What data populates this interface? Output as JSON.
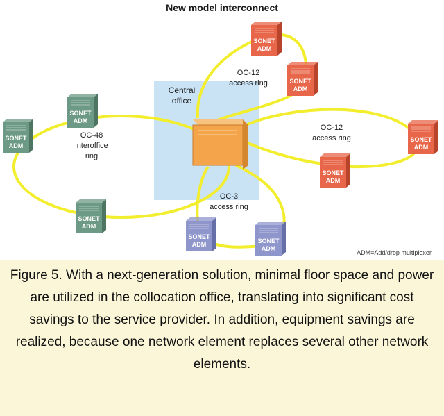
{
  "title": "New model interconnect",
  "central_office": {
    "label_line1": "Central",
    "label_line2": "office"
  },
  "rings": [
    {
      "id": "oc12-top",
      "line1": "OC-12",
      "line2": "access ring"
    },
    {
      "id": "oc48",
      "line1": "OC-48",
      "line2": "interoffice",
      "line3": "ring"
    },
    {
      "id": "oc12-right",
      "line1": "OC-12",
      "line2": "access ring"
    },
    {
      "id": "oc3",
      "line1": "OC-3",
      "line2": "access ring"
    }
  ],
  "devices": {
    "line1": "SONET",
    "line2": "ADM"
  },
  "footnote": "ADM=Add/drop multiplexer",
  "caption": "Figure 5. With a next-generation solution, minimal floor space and power are utilized in the collocation office, translating into significant cost savings to the service provider. In addition, equipment savings are realized, because one network element replaces several other network elements.",
  "colors": {
    "ring": "#f2ee2e",
    "central_office_bg": "#c9e2f4",
    "hub": "#f4a44a",
    "adm_orange": "#e8674a",
    "adm_green": "#6d9a86",
    "adm_purple": "#8e96cc",
    "caption_bg": "#fbf6d8"
  }
}
